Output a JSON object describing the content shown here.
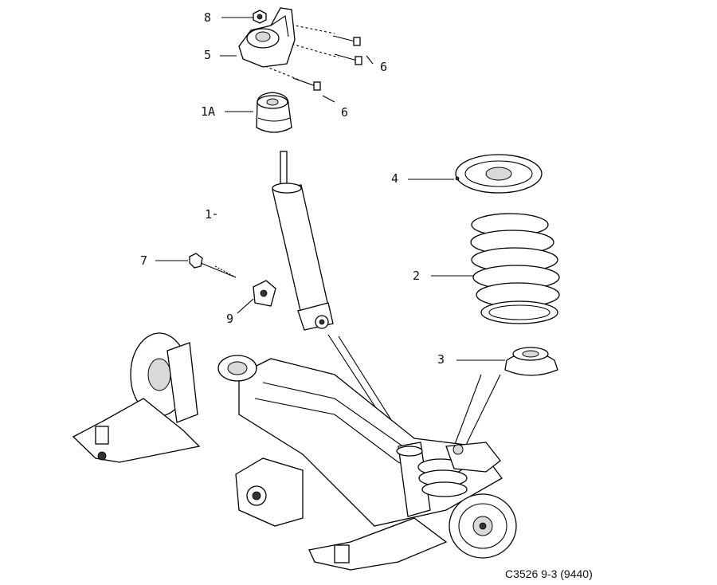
{
  "callouts": {
    "c8": "8",
    "c5": "5",
    "c6a": "6",
    "c1a": "1A",
    "c6b": "6",
    "c4": "4",
    "c1": "1",
    "c7": "7",
    "c2": "2",
    "c9": "9",
    "c3": "3"
  },
  "caption": "C3526 9-3 (9440)"
}
